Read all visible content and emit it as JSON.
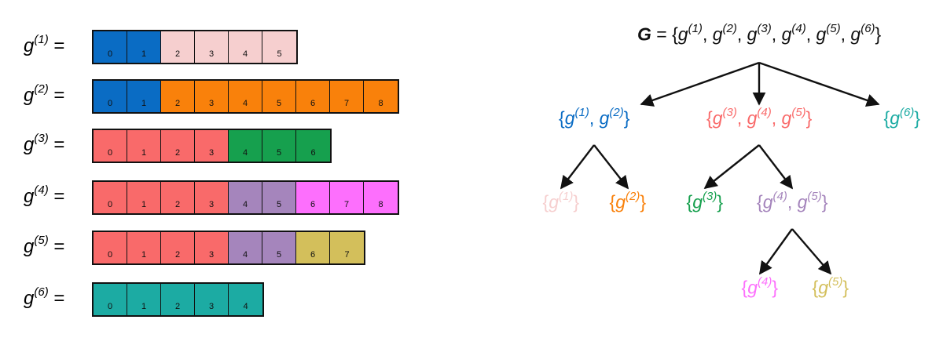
{
  "colors": {
    "blue": "#0a6cc4",
    "pink": "#f6cfcf",
    "orange": "#f9810b",
    "coral": "#f96a6a",
    "green": "#16a04e",
    "purple": "#a585bc",
    "magenta": "#fd6ffd",
    "gold": "#d3bf5b",
    "teal": "#1caba3",
    "black": "#111111"
  },
  "sequences": [
    {
      "name": "g",
      "index": "(1)",
      "equals": "=",
      "cells": [
        {
          "label": "0",
          "color": "blue"
        },
        {
          "label": "1",
          "color": "blue"
        },
        {
          "label": "2",
          "color": "pink"
        },
        {
          "label": "3",
          "color": "pink"
        },
        {
          "label": "4",
          "color": "pink"
        },
        {
          "label": "5",
          "color": "pink"
        }
      ]
    },
    {
      "name": "g",
      "index": "(2)",
      "equals": "=",
      "cells": [
        {
          "label": "0",
          "color": "blue"
        },
        {
          "label": "1",
          "color": "blue"
        },
        {
          "label": "2",
          "color": "orange"
        },
        {
          "label": "3",
          "color": "orange"
        },
        {
          "label": "4",
          "color": "orange"
        },
        {
          "label": "5",
          "color": "orange"
        },
        {
          "label": "6",
          "color": "orange"
        },
        {
          "label": "7",
          "color": "orange"
        },
        {
          "label": "8",
          "color": "orange"
        }
      ]
    },
    {
      "name": "g",
      "index": "(3)",
      "equals": "=",
      "cells": [
        {
          "label": "0",
          "color": "coral"
        },
        {
          "label": "1",
          "color": "coral"
        },
        {
          "label": "2",
          "color": "coral"
        },
        {
          "label": "3",
          "color": "coral"
        },
        {
          "label": "4",
          "color": "green"
        },
        {
          "label": "5",
          "color": "green"
        },
        {
          "label": "6",
          "color": "green"
        }
      ]
    },
    {
      "name": "g",
      "index": "(4)",
      "equals": "=",
      "cells": [
        {
          "label": "0",
          "color": "coral"
        },
        {
          "label": "1",
          "color": "coral"
        },
        {
          "label": "2",
          "color": "coral"
        },
        {
          "label": "3",
          "color": "coral"
        },
        {
          "label": "4",
          "color": "purple"
        },
        {
          "label": "5",
          "color": "purple"
        },
        {
          "label": "6",
          "color": "magenta"
        },
        {
          "label": "7",
          "color": "magenta"
        },
        {
          "label": "8",
          "color": "magenta"
        }
      ]
    },
    {
      "name": "g",
      "index": "(5)",
      "equals": "=",
      "cells": [
        {
          "label": "0",
          "color": "coral"
        },
        {
          "label": "1",
          "color": "coral"
        },
        {
          "label": "2",
          "color": "coral"
        },
        {
          "label": "3",
          "color": "coral"
        },
        {
          "label": "4",
          "color": "purple"
        },
        {
          "label": "5",
          "color": "purple"
        },
        {
          "label": "6",
          "color": "gold"
        },
        {
          "label": "7",
          "color": "gold"
        }
      ]
    },
    {
      "name": "g",
      "index": "(6)",
      "equals": "=",
      "cells": [
        {
          "label": "0",
          "color": "teal"
        },
        {
          "label": "1",
          "color": "teal"
        },
        {
          "label": "2",
          "color": "teal"
        },
        {
          "label": "3",
          "color": "teal"
        },
        {
          "label": "4",
          "color": "teal"
        }
      ]
    }
  ],
  "tree": {
    "root": {
      "symbol": "G",
      "equals": "=",
      "open": "{",
      "close": "}",
      "separator": ",",
      "members": [
        {
          "name": "g",
          "index": "(1)"
        },
        {
          "name": "g",
          "index": "(2)"
        },
        {
          "name": "g",
          "index": "(3)"
        },
        {
          "name": "g",
          "index": "(4)"
        },
        {
          "name": "g",
          "index": "(5)"
        },
        {
          "name": "g",
          "index": "(6)"
        }
      ],
      "color": "black"
    },
    "nodes": [
      {
        "id": "n12",
        "color": "blue",
        "members": [
          {
            "name": "g",
            "index": "(1)"
          },
          {
            "name": "g",
            "index": "(2)"
          }
        ]
      },
      {
        "id": "n345",
        "color": "coral",
        "members": [
          {
            "name": "g",
            "index": "(3)"
          },
          {
            "name": "g",
            "index": "(4)"
          },
          {
            "name": "g",
            "index": "(5)"
          }
        ]
      },
      {
        "id": "n6",
        "color": "teal",
        "members": [
          {
            "name": "g",
            "index": "(6)"
          }
        ]
      },
      {
        "id": "n1",
        "color": "pink",
        "members": [
          {
            "name": "g",
            "index": "(1)"
          }
        ]
      },
      {
        "id": "n2",
        "color": "orange",
        "members": [
          {
            "name": "g",
            "index": "(2)"
          }
        ]
      },
      {
        "id": "n3",
        "color": "green",
        "members": [
          {
            "name": "g",
            "index": "(3)"
          }
        ]
      },
      {
        "id": "n45",
        "color": "purple",
        "members": [
          {
            "name": "g",
            "index": "(4)"
          },
          {
            "name": "g",
            "index": "(5)"
          }
        ]
      },
      {
        "id": "n4",
        "color": "magenta",
        "members": [
          {
            "name": "g",
            "index": "(4)"
          }
        ]
      },
      {
        "id": "n5",
        "color": "gold",
        "members": [
          {
            "name": "g",
            "index": "(5)"
          }
        ]
      }
    ],
    "edges": [
      {
        "from": "root",
        "to": "n12"
      },
      {
        "from": "root",
        "to": "n345"
      },
      {
        "from": "root",
        "to": "n6"
      },
      {
        "from": "n12",
        "to": "n1"
      },
      {
        "from": "n12",
        "to": "n2"
      },
      {
        "from": "n345",
        "to": "n3"
      },
      {
        "from": "n345",
        "to": "n45"
      },
      {
        "from": "n45",
        "to": "n4"
      },
      {
        "from": "n45",
        "to": "n5"
      }
    ]
  }
}
